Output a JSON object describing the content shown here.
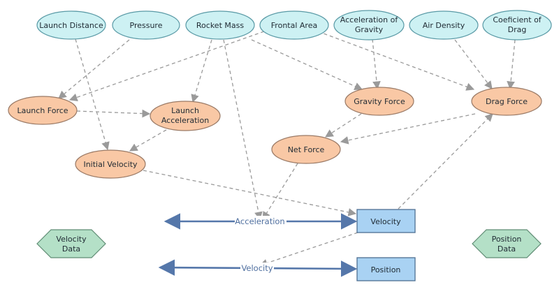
{
  "colors": {
    "input_fill": "#cdf1f3",
    "input_stroke": "#5a9aa6",
    "calc_fill": "#f9c8a5",
    "calc_stroke": "#9a7a66",
    "stock_fill": "#a9d2f3",
    "stock_stroke": "#4f6f92",
    "data_fill": "#b4e0c7",
    "data_stroke": "#5f8c74",
    "link_color": "#9a9a9a",
    "flow_color": "#5577aa"
  },
  "inputs": {
    "launch_distance": "Launch Distance",
    "pressure": "Pressure",
    "rocket_mass": "Rocket Mass",
    "frontal_area": "Frontal Area",
    "accel_gravity": [
      "Acceleration of",
      "Gravity"
    ],
    "air_density": "Air Density",
    "coef_drag": [
      "Coeficient of",
      "Drag"
    ]
  },
  "calcs": {
    "launch_force": "Launch Force",
    "launch_acceleration": [
      "Launch",
      "Acceleration"
    ],
    "initial_velocity": "Initial Velocity",
    "gravity_force": "Gravity Force",
    "drag_force": "Drag Force",
    "net_force": "Net Force"
  },
  "stocks": {
    "velocity": "Velocity",
    "position": "Position"
  },
  "flows": {
    "acceleration": "Acceleration",
    "velocity": "Velocity"
  },
  "data_nodes": {
    "velocity_data": [
      "Velocity",
      "Data"
    ],
    "position_data": [
      "Position",
      "Data"
    ]
  }
}
